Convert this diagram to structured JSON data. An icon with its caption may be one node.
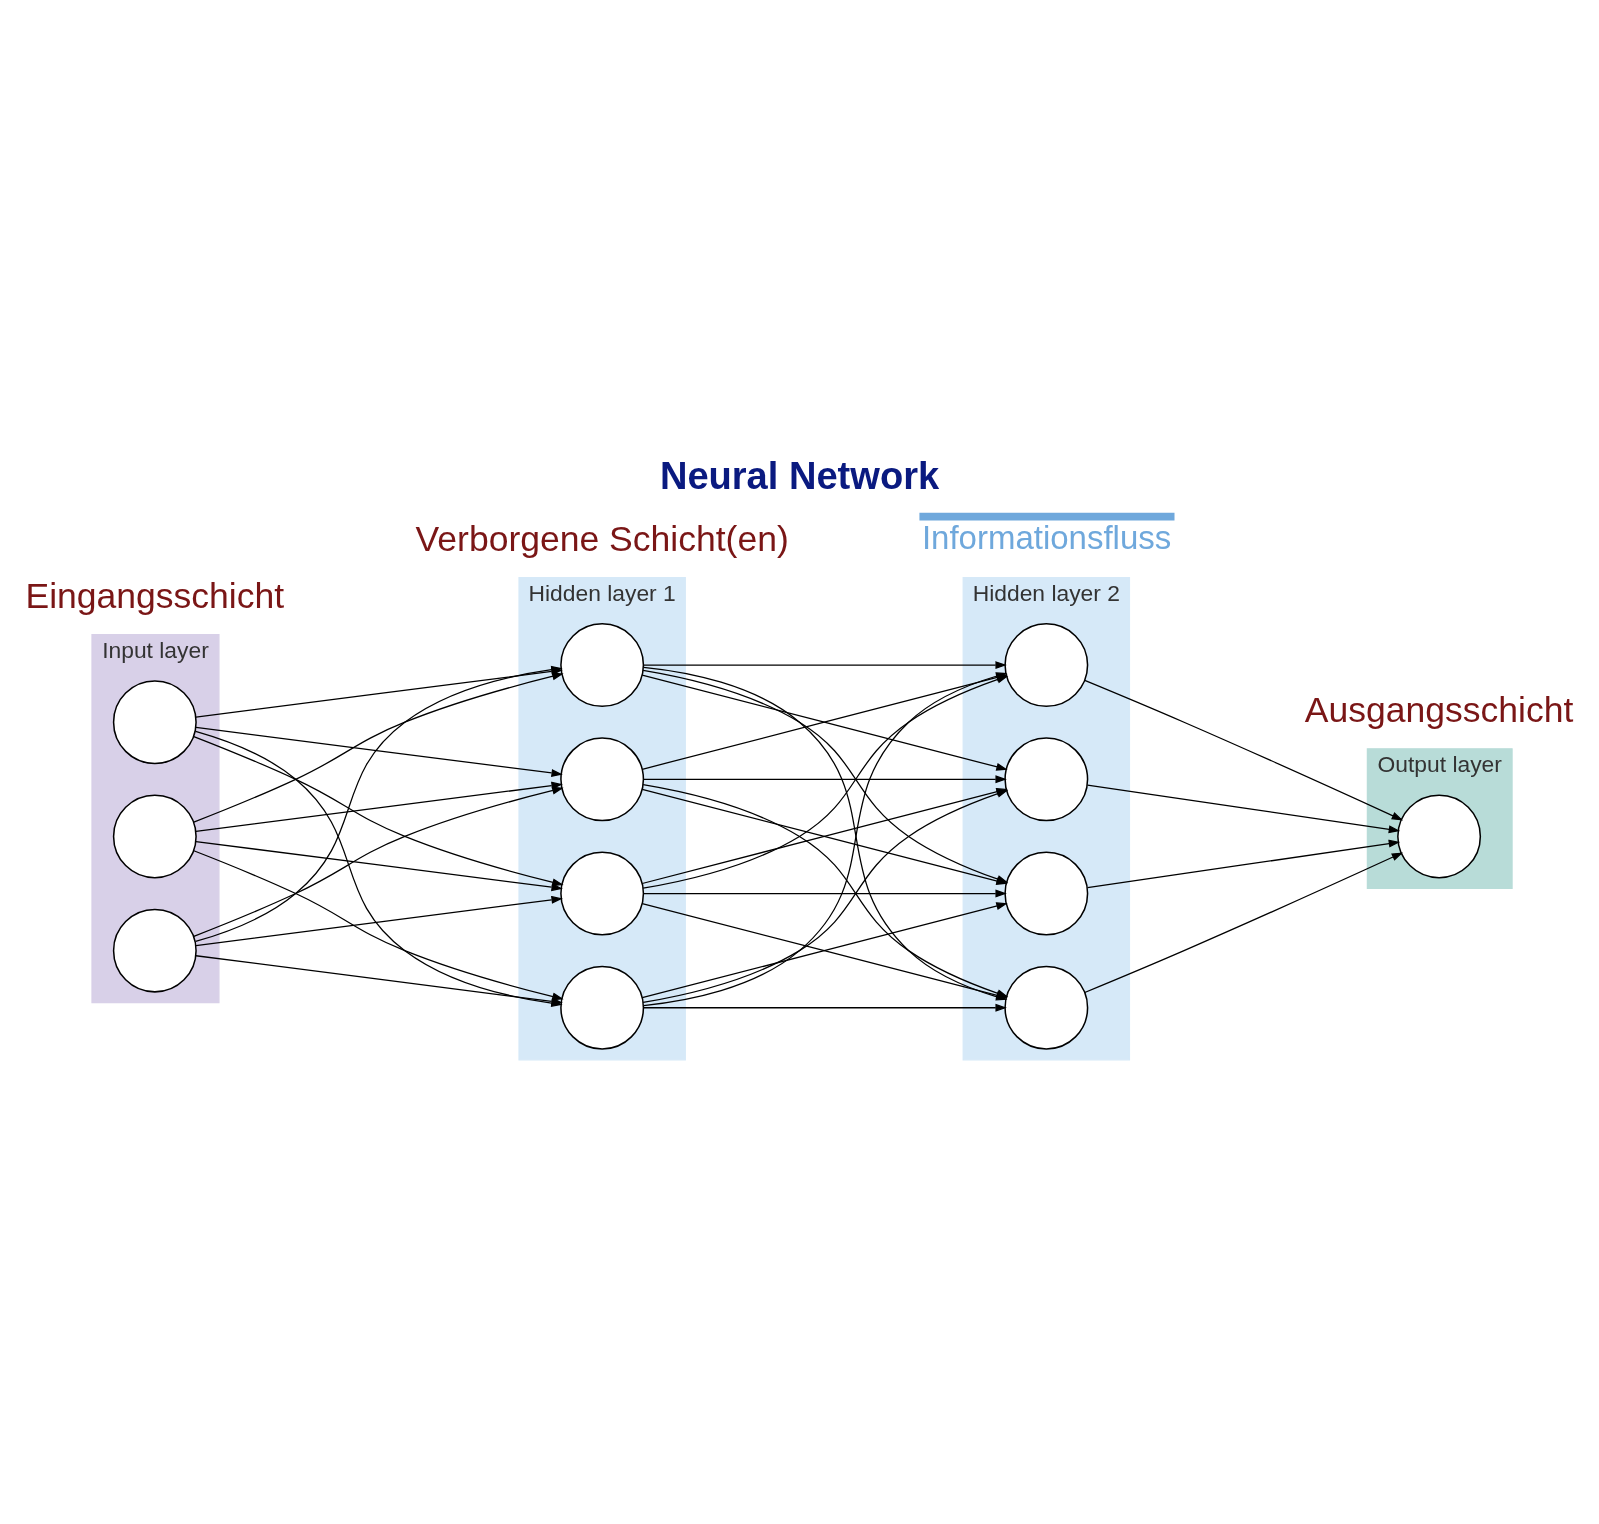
{
  "diagram": {
    "title": "Neural Network",
    "nodes": [
      {
        "text": [
          "Input layer"
        ]
      },
      {
        "text": [],
        "shape": "circle",
        "in": 0
      },
      {
        "text": [],
        "shape": "circle",
        "in": 0
      },
      {
        "text": [],
        "shape": "circle",
        "in": 0
      },
      {
        "text": [
          "Hidden layer 1"
        ]
      },
      {
        "text": [],
        "shape": "circle",
        "in": 4
      },
      {
        "text": [],
        "shape": "circle",
        "in": 4
      },
      {
        "text": [],
        "shape": "circle",
        "in": 4
      },
      {
        "text": [],
        "shape": "circle",
        "in": 4
      },
      {
        "text": [
          "Hidden layer 2"
        ]
      },
      {
        "text": [],
        "shape": "circle",
        "in": 9
      },
      {
        "text": [],
        "shape": "circle",
        "in": 9
      },
      {
        "text": [],
        "shape": "circle",
        "in": 9
      },
      {
        "text": [],
        "shape": "circle",
        "in": 9
      },
      {
        "text": [
          "Output layer"
        ]
      },
      {
        "text": [],
        "shape": "circle",
        "in": 14
      }
    ],
    "edges": [
      {
        "from": 1,
        "to": 5,
        "arrow": "to"
      },
      {
        "from": 1,
        "to": 6,
        "arrow": "to"
      },
      {
        "from": 1,
        "to": 7,
        "arrow": "to"
      },
      {
        "from": 1,
        "to": 8,
        "arrow": "to"
      },
      {
        "from": 2,
        "to": 5,
        "arrow": "to"
      },
      {
        "from": 2,
        "to": 6,
        "arrow": "to"
      },
      {
        "from": 2,
        "to": 7,
        "arrow": "to"
      },
      {
        "from": 2,
        "to": 8,
        "arrow": "to"
      },
      {
        "from": 3,
        "to": 5,
        "arrow": "to"
      },
      {
        "from": 3,
        "to": 6,
        "arrow": "to"
      },
      {
        "from": 3,
        "to": 7,
        "arrow": "to"
      },
      {
        "from": 3,
        "to": 8,
        "arrow": "to"
      },
      {
        "from": 5,
        "to": 10,
        "arrow": "to"
      },
      {
        "from": 5,
        "to": 11,
        "arrow": "to"
      },
      {
        "from": 5,
        "to": 12,
        "arrow": "to"
      },
      {
        "from": 5,
        "to": 13,
        "arrow": "to"
      },
      {
        "from": 6,
        "to": 10,
        "arrow": "to"
      },
      {
        "from": 6,
        "to": 11,
        "arrow": "to"
      },
      {
        "from": 6,
        "to": 12,
        "arrow": "to"
      },
      {
        "from": 6,
        "to": 13,
        "arrow": "to"
      },
      {
        "from": 7,
        "to": 10,
        "arrow": "to"
      },
      {
        "from": 7,
        "to": 11,
        "arrow": "to"
      },
      {
        "from": 7,
        "to": 12,
        "arrow": "to"
      },
      {
        "from": 7,
        "to": 13,
        "arrow": "to"
      },
      {
        "from": 8,
        "to": 10,
        "arrow": "to"
      },
      {
        "from": 8,
        "to": 11,
        "arrow": "to"
      },
      {
        "from": 8,
        "to": 12,
        "arrow": "to"
      },
      {
        "from": 8,
        "to": 13,
        "arrow": "to"
      },
      {
        "from": 10,
        "to": 15,
        "arrow": "to"
      },
      {
        "from": 11,
        "to": 15,
        "arrow": "to"
      },
      {
        "from": 12,
        "to": 15,
        "arrow": "to"
      },
      {
        "from": 13,
        "to": 15,
        "arrow": "to"
      }
    ],
    "labels": [
      "Eingangsschicht",
      "Ausgangsschicht",
      "Verborgene Schicht(en)",
      "Informationsfluss"
    ]
  }
}
